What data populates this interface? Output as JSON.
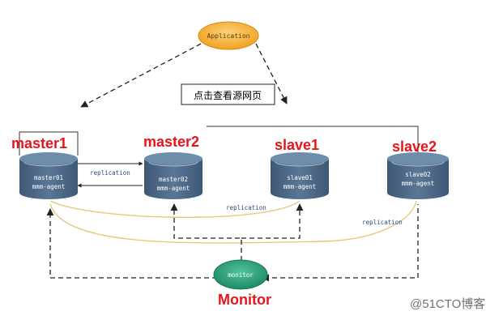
{
  "diagram": {
    "application_label": "Application",
    "page_button_label": "点击查看源网页",
    "roles": {
      "master1": "master1",
      "master2": "master2",
      "slave1": "slave1",
      "slave2": "slave2",
      "monitor": "Monitor"
    },
    "nodes": {
      "master01": {
        "name": "master01",
        "agent": "mmm-agent"
      },
      "master02": {
        "name": "master02",
        "agent": "mmm-agent"
      },
      "slave01": {
        "name": "slave01",
        "agent": "mmm-agent"
      },
      "slave02": {
        "name": "slave02",
        "agent": "mmm-agent"
      }
    },
    "monitor_label": "monitor",
    "replication_labels": {
      "master_to_master": "replication",
      "to_slave1": "replication",
      "to_slave2": "replication"
    },
    "watermark": "@51CTO博客"
  },
  "colors": {
    "application_fill": "#f5a623",
    "db_fill": "#4a6582",
    "monitor_fill": "#2a9e78",
    "role_text": "#e8141b",
    "replication_line": "#e8c97a"
  }
}
